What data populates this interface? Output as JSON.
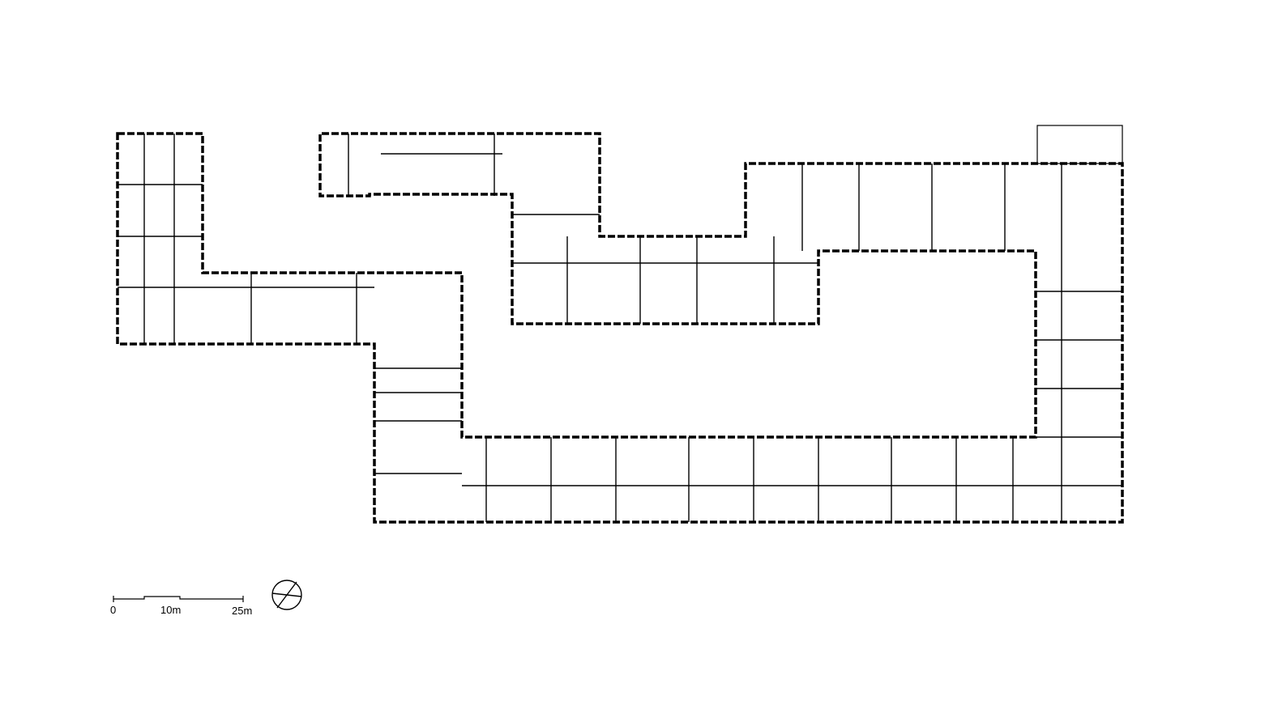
{
  "drawing": {
    "type": "architectural floor plan",
    "line_color": "#000000",
    "background": "#ffffff"
  },
  "scale_bar": {
    "labels": [
      "0",
      "10m",
      "25m"
    ]
  },
  "north_arrow": {
    "icon": "north-arrow-icon"
  }
}
